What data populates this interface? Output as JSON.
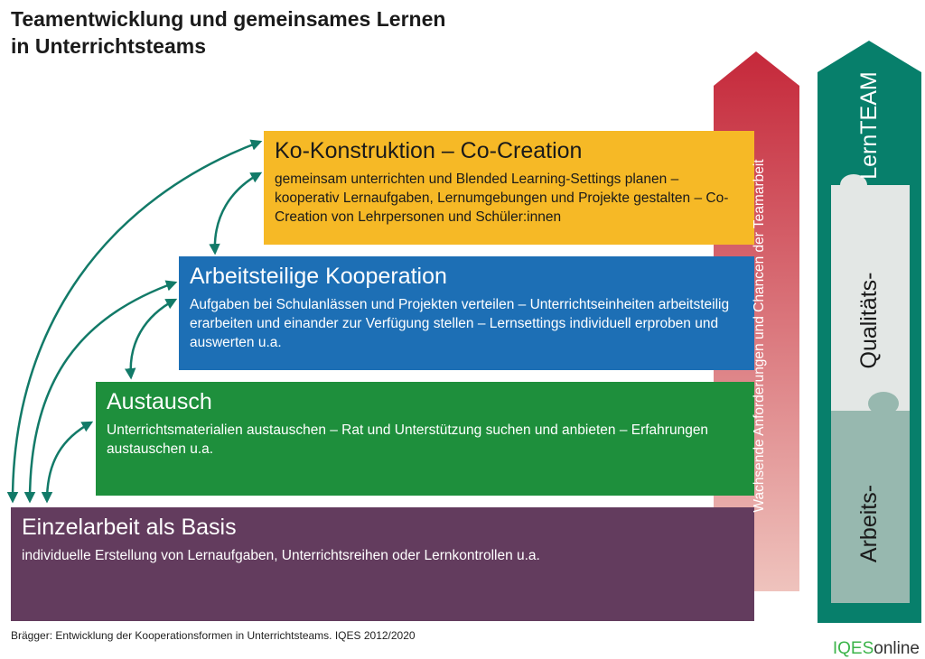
{
  "title_line1": "Teamentwicklung und gemeinsames Lernen",
  "title_line2": "in Unterrichtsteams",
  "levels": [
    {
      "heading": "Ko-Konstruktion – Co-Creation",
      "text": "gemeinsam unterrichten und Blended Learning-Settings planen – kooperativ Lernaufgaben, Lernumgebungen und Projekte gestalten – Co-Creation von Lehrpersonen und Schüler:innen",
      "color": "#f6b926"
    },
    {
      "heading": "Arbeitsteilige Kooperation",
      "text": "Aufgaben bei Schulanlässen und Projekten verteilen – Unterrichtseinheiten arbeitsteilig erarbeiten und einander zur Verfügung stellen – Lernsettings individuell erproben und auswerten u.a.",
      "color": "#1d6fb5"
    },
    {
      "heading": "Austausch",
      "text": "Unterrichtsmaterialien austauschen – Rat und Unterstützung suchen und anbieten – Erfahrungen austauschen u.a.",
      "color": "#1e8f3c"
    },
    {
      "heading": "Einzelarbeit als Basis",
      "text": "individuelle Erstellung von Lernaufgaben, Unterrichtsreihen oder Lernkontrollen u.a.",
      "color": "#633c5e"
    }
  ],
  "red_arrow_label": "Wachsende Anforderungen und Chancen der Teamarbeit",
  "team_arrow": {
    "label": "LernTEAM",
    "piece_top": "Qualitäts-",
    "piece_bottom": "Arbeits-"
  },
  "caption": "Brägger: Entwicklung der Kooperationsformen in Unterrichtsteams. IQES 2012/2020",
  "logo": {
    "part1": "IQES",
    "part2": "online"
  }
}
